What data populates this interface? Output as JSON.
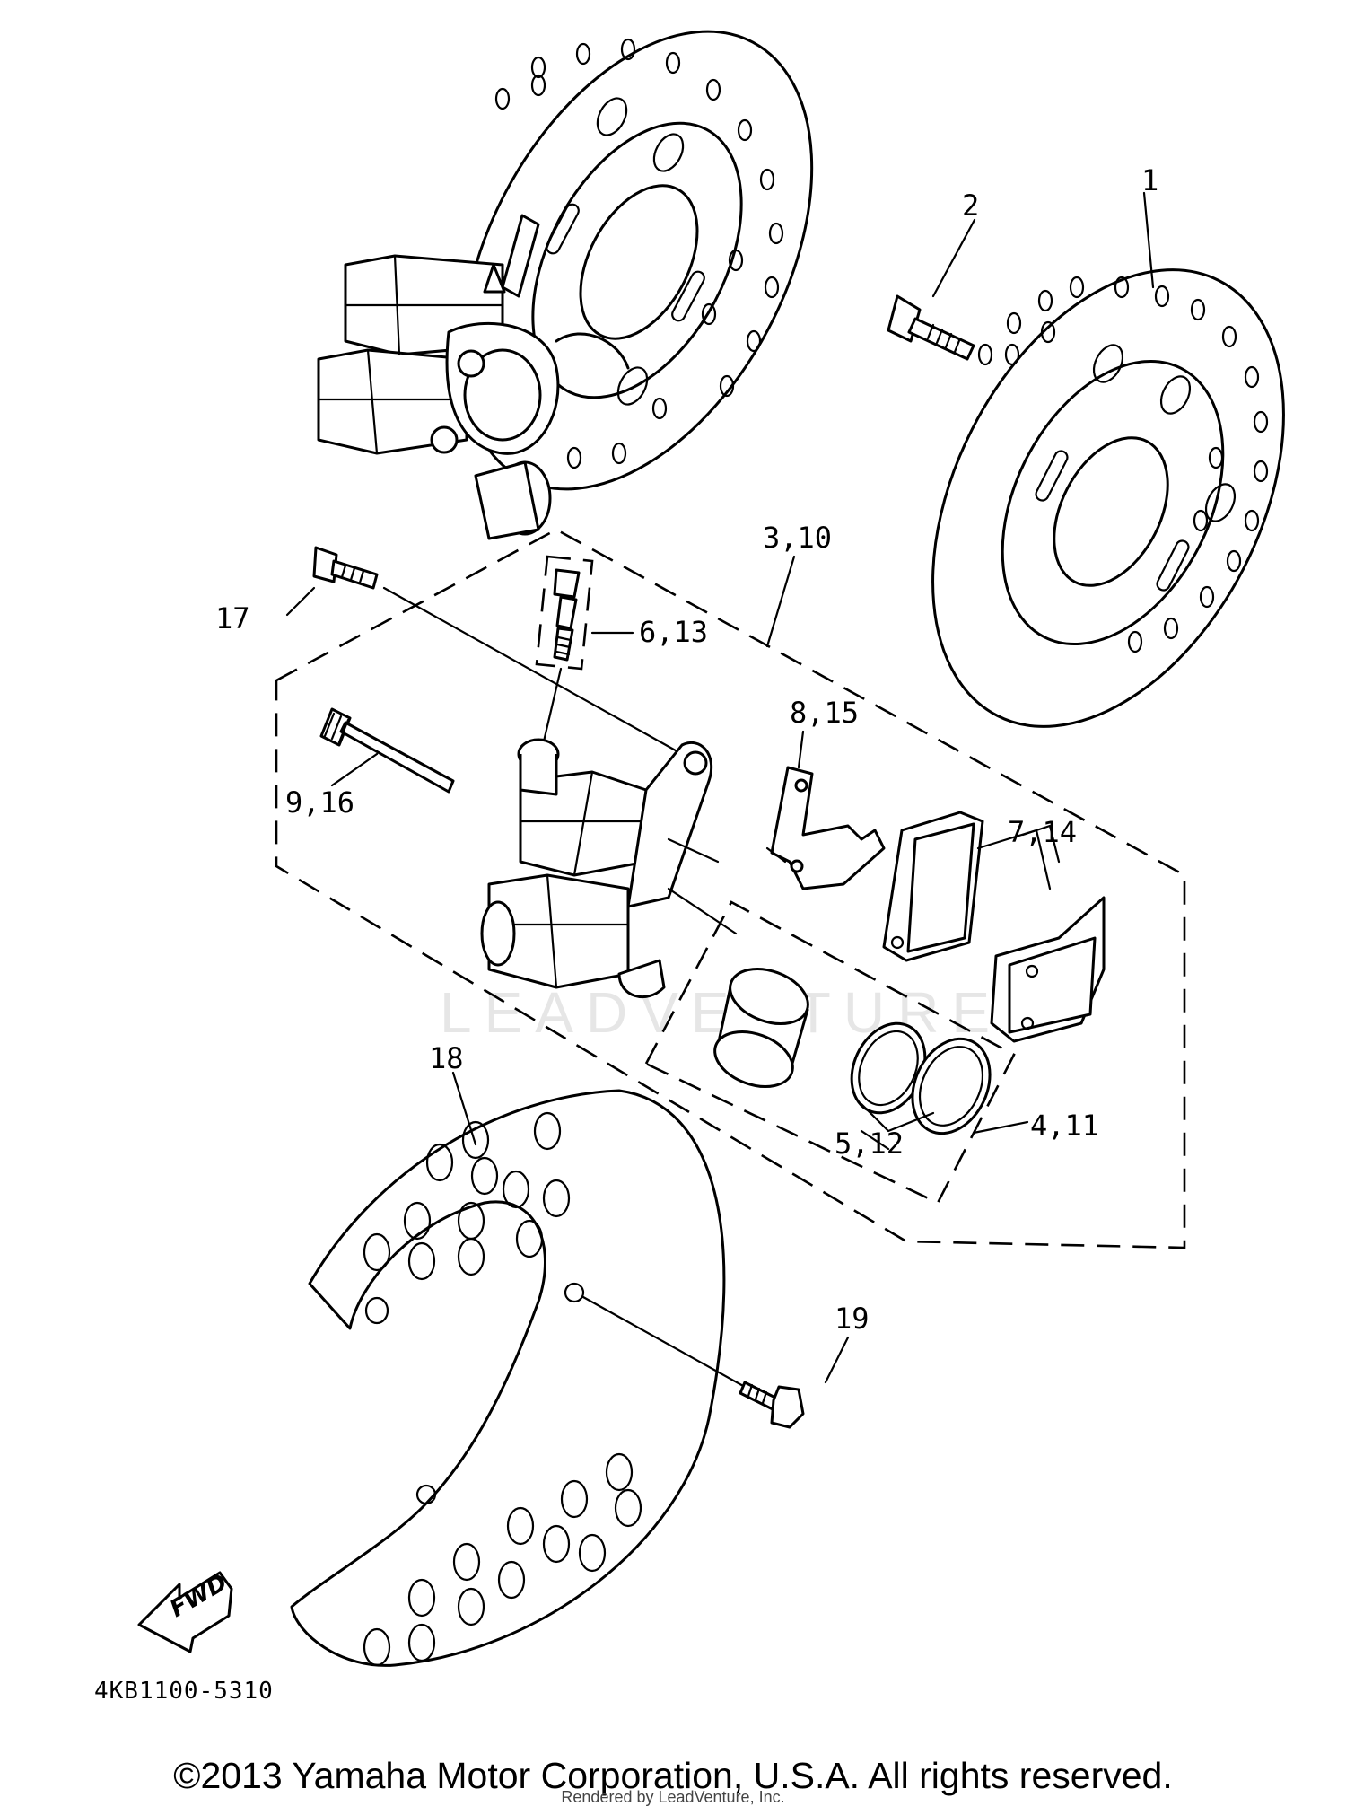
{
  "diagram": {
    "callouts": {
      "part_1": "1",
      "part_2": "2",
      "part_3_10": "3,10",
      "part_4_11": "4,11",
      "part_5_12": "5,12",
      "part_6_13": "6,13",
      "part_7_14": "7,14",
      "part_8_15": "8,15",
      "part_9_16": "9,16",
      "part_17": "17",
      "part_18": "18",
      "part_19": "19"
    },
    "direction_label": "FWD",
    "drawing_code": "4KB1100-5310",
    "watermark": "LEADVENTURE"
  },
  "footer": {
    "copyright": "©2013 Yamaha Motor Corporation, U.S.A. All rights reserved.",
    "rendered_by": "Rendered by LeadVenture, Inc."
  }
}
